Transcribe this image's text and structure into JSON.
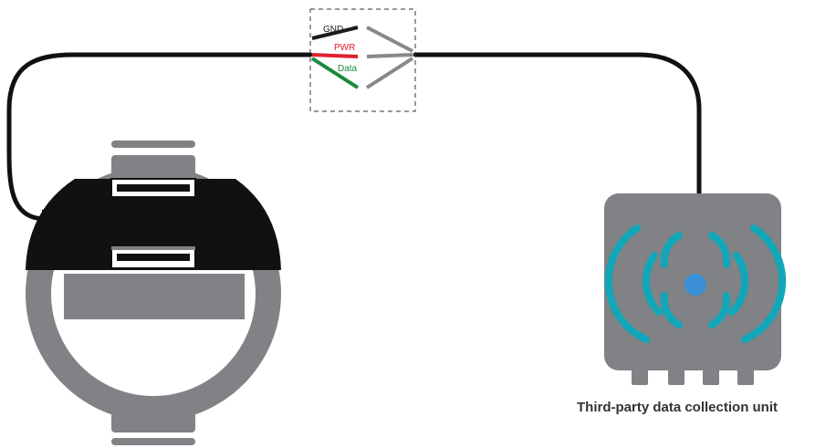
{
  "wires": {
    "gnd": {
      "label": "GND",
      "color": "#1a1a1a"
    },
    "pwr": {
      "label": "PWR",
      "color": "#e0202e"
    },
    "data": {
      "label": "Data",
      "color": "#1a8a3c"
    }
  },
  "unit": {
    "label": "Third-party data collection unit",
    "body_color": "#808285",
    "signal_color": "#11a6b8",
    "center_color": "#3a8fd6",
    "icon": "wireless-signal-icon"
  },
  "meter": {
    "body_color": "#808285",
    "top_color": "#111111",
    "icon": "meter-device"
  },
  "cable_color": "#111111"
}
